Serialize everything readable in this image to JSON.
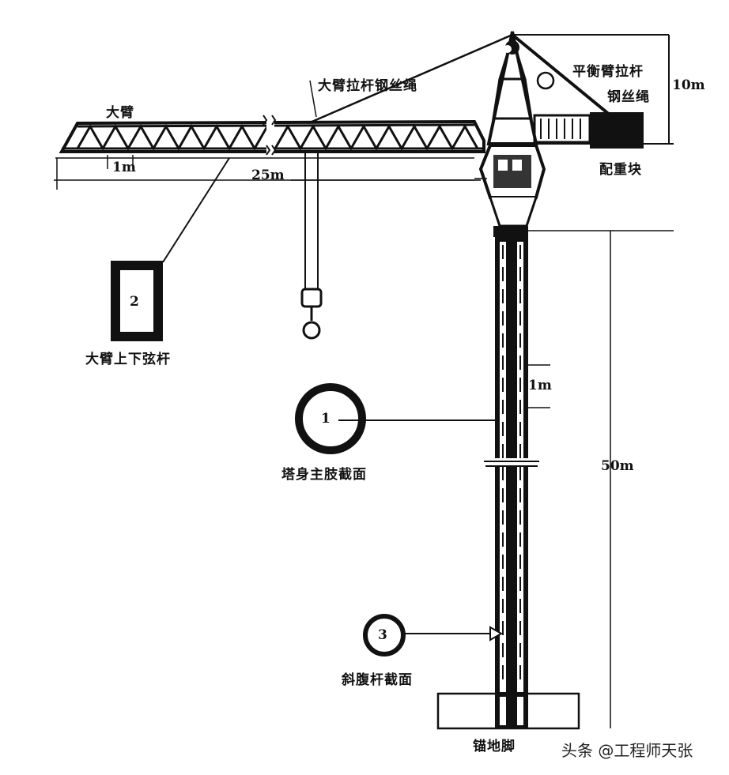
{
  "labels": {
    "boom": "大臂",
    "boom_tie": "大臂拉杆钢丝绳",
    "counter_tie_1": "平衡臂拉杆",
    "counter_tie_2": "钢丝绳",
    "counterweight": "配重块",
    "boom_chord": "大臂上下弦杆",
    "mast_chord": "塔身主肢截面",
    "diagonal": "斜腹杆截面",
    "anchor": "锚地脚"
  },
  "dimensions": {
    "height_top": "10m",
    "boom_height": "25m",
    "panel": "1m",
    "mast_panel": "1m",
    "mast_height": "50m"
  },
  "section_ids": {
    "one": "1",
    "two": "2",
    "three": "3"
  },
  "watermark": "头条 @工程师天张"
}
